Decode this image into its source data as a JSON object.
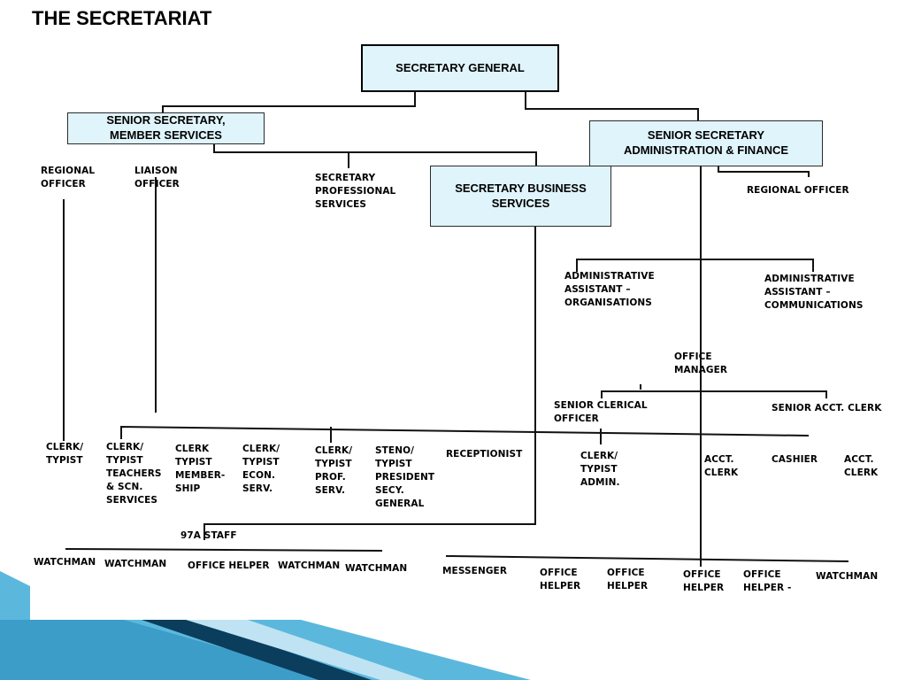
{
  "title": "THE SECRETARIAT",
  "boxes": {
    "secretary_general": "SECRETARY GENERAL",
    "senior_member": "SENIOR SECRETARY,\nMEMBER SERVICES",
    "senior_admin": "SENIOR SECRETARY\nADMINISTRATION & FINANCE",
    "business": "SECRETARY BUSINESS\nSERVICES"
  },
  "labels": {
    "regional_officer_left": "REGIONAL\nOFFICER",
    "liaison_officer": "LIAISON\nOFFICER",
    "secretary_professional": "SECRETARY\nPROFESSIONAL\nSERVICES",
    "regional_officer_right": "REGIONAL OFFICER",
    "admin_asst_org": "ADMINISTRATIVE\nASSISTANT –\nORGANISATIONS",
    "admin_asst_comm": "ADMINISTRATIVE\nASSISTANT –\nCOMMUNICATIONS",
    "office_manager": "OFFICE\nMANAGER",
    "senior_clerical": "SENIOR CLERICAL\nOFFICER",
    "senior_acct_clerk": "SENIOR ACCT. CLERK",
    "clerk_typist": "CLERK/\nTYPIST",
    "clerk_teachers": "CLERK/\nTYPIST\nTEACHERS\n& SCN.\nSERVICES",
    "clerk_membership": "CLERK\nTYPIST\nMEMBER-\nSHIP",
    "clerk_econ": "CLERK/\nTYPIST\nECON.\nSERV.",
    "clerk_prof": "CLERK/\nTYPIST\nPROF.\nSERV.",
    "steno": "STENO/\nTYPIST\nPRESIDENT\nSECY.\nGENERAL",
    "receptionist": "RECEPTIONIST",
    "clerk_admin": "CLERK/\nTYPIST\nADMIN.",
    "acct_clerk_1": "ACCT.\nCLERK",
    "cashier": "CASHIER",
    "acct_clerk_2": "ACCT.\nCLERK",
    "staff_97a": "97A STAFF",
    "watchman_1": "WATCHMAN",
    "watchman_2": "WATCHMAN",
    "office_helper_1": "OFFICE HELPER",
    "watchman_3": "WATCHMAN",
    "watchman_4": "WATCHMAN",
    "messenger": "MESSENGER",
    "office_helper_2": "OFFICE\nHELPER",
    "office_helper_3": "OFFICE\nHELPER",
    "office_helper_4": "OFFICE\nHELPER",
    "office_helper_5": "OFFICE\nHELPER -",
    "watchman_5": "WATCHMAN"
  },
  "colors": {
    "box_fill": "#e0f4fb",
    "line": "#111111",
    "accent_dark": "#0b3d5c",
    "accent_light": "#5bb8dc"
  }
}
